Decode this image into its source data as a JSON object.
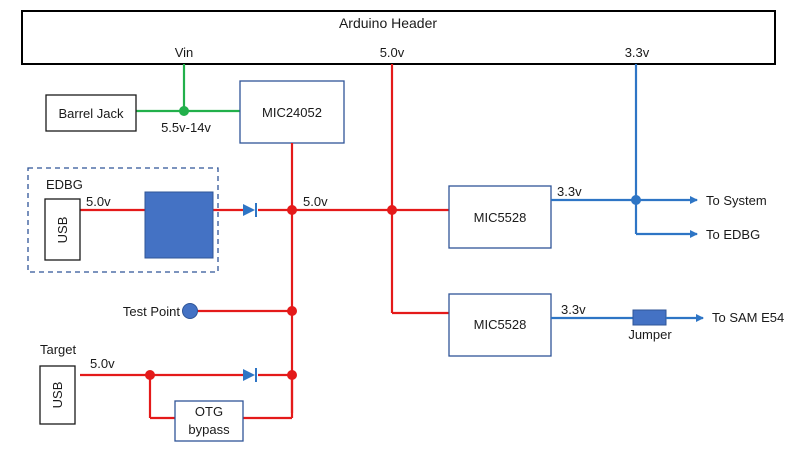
{
  "header": {
    "title": "Arduino Header",
    "vin": "Vin",
    "v50": "5.0v",
    "v33": "3.3v"
  },
  "barrel_jack": {
    "label": "Barrel Jack",
    "range": "5.5v-14v"
  },
  "mic24052": {
    "label": "MIC24052"
  },
  "edbg": {
    "title": "EDBG",
    "usb": "USB",
    "voltage": "5.0v"
  },
  "bus": {
    "voltage": "5.0v"
  },
  "regulator1": {
    "label": "MIC5528",
    "out": "3.3v",
    "to_system": "To System",
    "to_edbg": "To EDBG"
  },
  "regulator2": {
    "label": "MIC5528",
    "out": "3.3v",
    "jumper": "Jumper",
    "to_sam": "To SAM E54"
  },
  "test_point": {
    "label": "Test Point"
  },
  "target": {
    "title": "Target",
    "usb": "USB",
    "voltage": "5.0v"
  },
  "otg": {
    "line1": "OTG",
    "line2": "bypass"
  },
  "colors": {
    "red": "#e41a1a",
    "blue": "#2e75c5",
    "green": "#22b04b",
    "box_stroke": "#2f5597",
    "block_fill": "#4472c4"
  }
}
